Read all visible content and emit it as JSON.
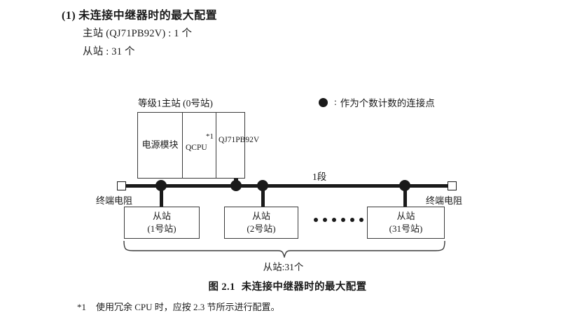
{
  "heading": {
    "number": "(1)",
    "title": "未连接中继器时的最大配置"
  },
  "specs": [
    {
      "text": "主站 (QJ71PB92V) : 1 个"
    },
    {
      "text": "从站 : 31 个"
    }
  ],
  "legend": {
    "symbol": "filled-circle",
    "colon": ":",
    "text": "作为个数计数的连接点"
  },
  "diagram": {
    "master": {
      "label": "等级1主站 (0号站)",
      "cells": [
        {
          "name": "power-module",
          "text": "电源模块"
        },
        {
          "name": "cpu-module",
          "text": "QCPU",
          "superscript": "*1"
        },
        {
          "name": "network-module",
          "line1": "QJ71",
          "line2": "PB92V"
        }
      ]
    },
    "bus": {
      "segment_label": "1段",
      "terminator_left_label": "终端电阻",
      "terminator_right_label": "终端电阻",
      "node_count": 4
    },
    "slaves": [
      {
        "title": "从站",
        "station": "(1号站)"
      },
      {
        "title": "从站",
        "station": "(2号站)"
      },
      {
        "title": "从站",
        "station": "(31号站)"
      }
    ],
    "ellipsis_dots": 6,
    "brace_caption": "从站:31个"
  },
  "figure_caption": {
    "label": "图 2.1",
    "title": "未连接中继器时的最大配置"
  },
  "footnote": {
    "mark": "*1",
    "text": "使用冗余 CPU 时，应按 2.3 节所示进行配置。"
  },
  "colors": {
    "ink": "#1a1a1a",
    "line": "#3a3a3a",
    "background": "#ffffff"
  }
}
